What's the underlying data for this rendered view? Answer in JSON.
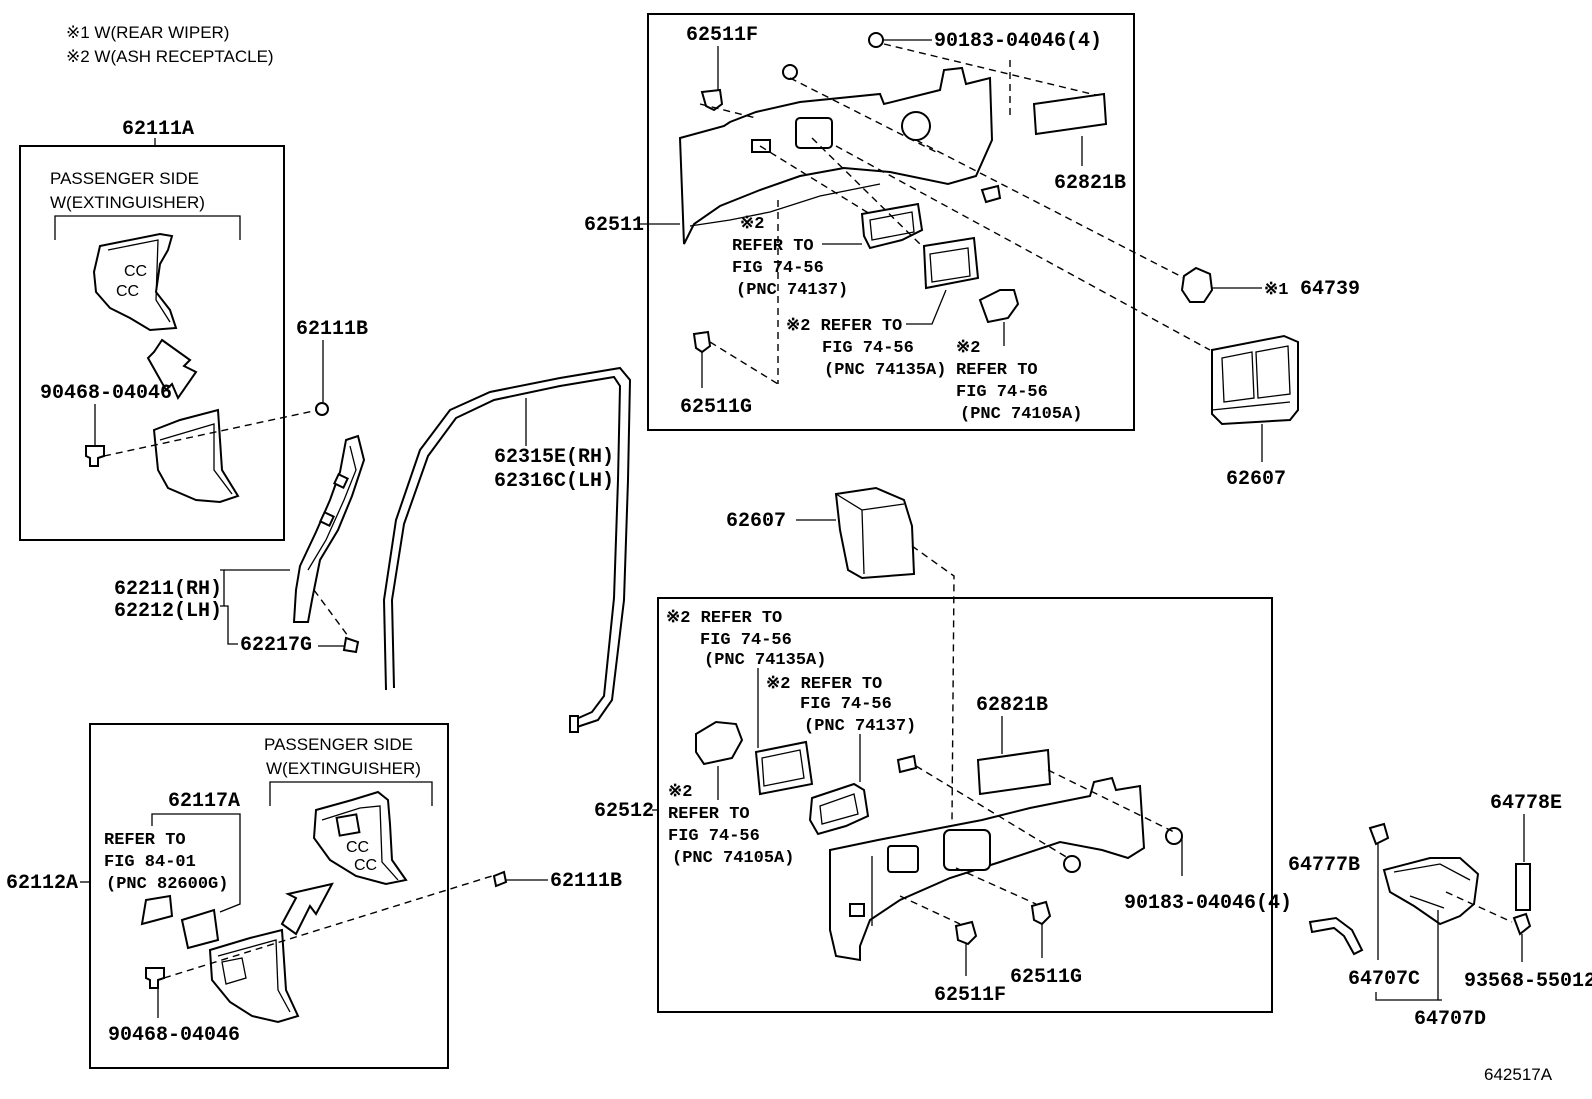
{
  "notes": {
    "note1": "※1 W(REAR WIPER)",
    "note2": "※2 W(ASH RECEPTACLE)"
  },
  "labels": {
    "p62111A": "62111A",
    "passenger_side_1": "PASSENGER SIDE",
    "w_extinguisher_1": "W(EXTINGUISHER)",
    "p90468_1": "90468-04046",
    "p62111B_1": "62111B",
    "p62211": "62211(RH)",
    "p62212": "62212(LH)",
    "p62217G": "62217G",
    "p62112A": "62112A",
    "passenger_side_2": "PASSENGER SIDE",
    "w_extinguisher_2": "W(EXTINGUISHER)",
    "p62117A": "62117A",
    "refer_84_1": "REFER TO",
    "refer_84_2": "FIG 84-01",
    "refer_84_3": "(PNC 82600G)",
    "p62111B_2": "62111B",
    "p90468_2": "90468-04046",
    "p62315E": "62315E(RH)",
    "p62316C": "62316C(LH)",
    "p62511F_1": "62511F",
    "p90183_1": "90183-04046(4)",
    "p62511": "62511",
    "p62821B_1": "62821B",
    "ref_a_mark": "※2",
    "ref_a_1": "REFER TO",
    "ref_a_2": "FIG 74-56",
    "ref_a_3": "(PNC 74137)",
    "ref_b_1": "※2 REFER TO",
    "ref_b_2": "FIG 74-56",
    "ref_b_3": "(PNC 74135A)",
    "ref_c_mark": "※2",
    "ref_c_1": "REFER TO",
    "ref_c_2": "FIG 74-56",
    "ref_c_3": "(PNC 74105A)",
    "p62511G_1": "62511G",
    "p64739_mark": "※1",
    "p64739": "64739",
    "p62607_1": "62607",
    "p62607_2": "62607",
    "ref_d_1": "※2 REFER TO",
    "ref_d_2": "FIG 74-56",
    "ref_d_3": "(PNC 74135A)",
    "ref_e_1": "※2 REFER TO",
    "ref_e_2": "FIG 74-56",
    "ref_e_3": "(PNC 74137)",
    "p62821B_2": "62821B",
    "p62512": "62512",
    "ref_f_mark": "※2",
    "ref_f_1": "REFER TO",
    "ref_f_2": "FIG 74-56",
    "ref_f_3": "(PNC 74105A)",
    "p90183_2": "90183-04046(4)",
    "p62511F_2": "62511F",
    "p62511G_2": "62511G",
    "p64778E": "64778E",
    "p64777B": "64777B",
    "p64707C": "64707C",
    "p93568": "93568-55012",
    "p64707D": "64707D",
    "figure_id": "642517A"
  }
}
